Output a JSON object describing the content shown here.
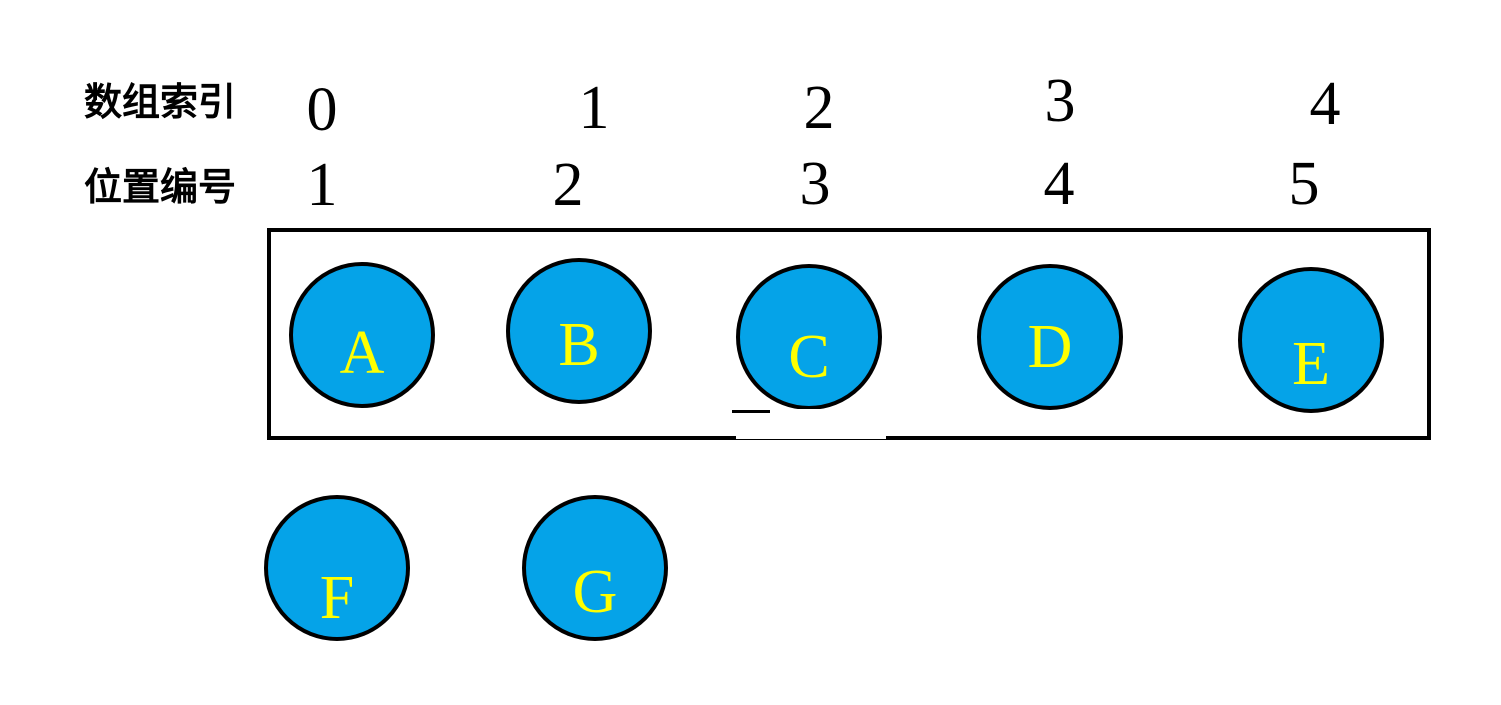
{
  "labels": {
    "array_index": "数组索引",
    "position_number": "位置编号"
  },
  "array_indices": [
    "0",
    "1",
    "2",
    "3",
    "4"
  ],
  "position_numbers": [
    "1",
    "2",
    "3",
    "4",
    "5"
  ],
  "nodes": [
    "A",
    "B",
    "C",
    "D",
    "E",
    "F",
    "G"
  ],
  "colors": {
    "node_fill": "#05a3e8",
    "node_letter": "#ffff00",
    "outline": "#000000"
  }
}
